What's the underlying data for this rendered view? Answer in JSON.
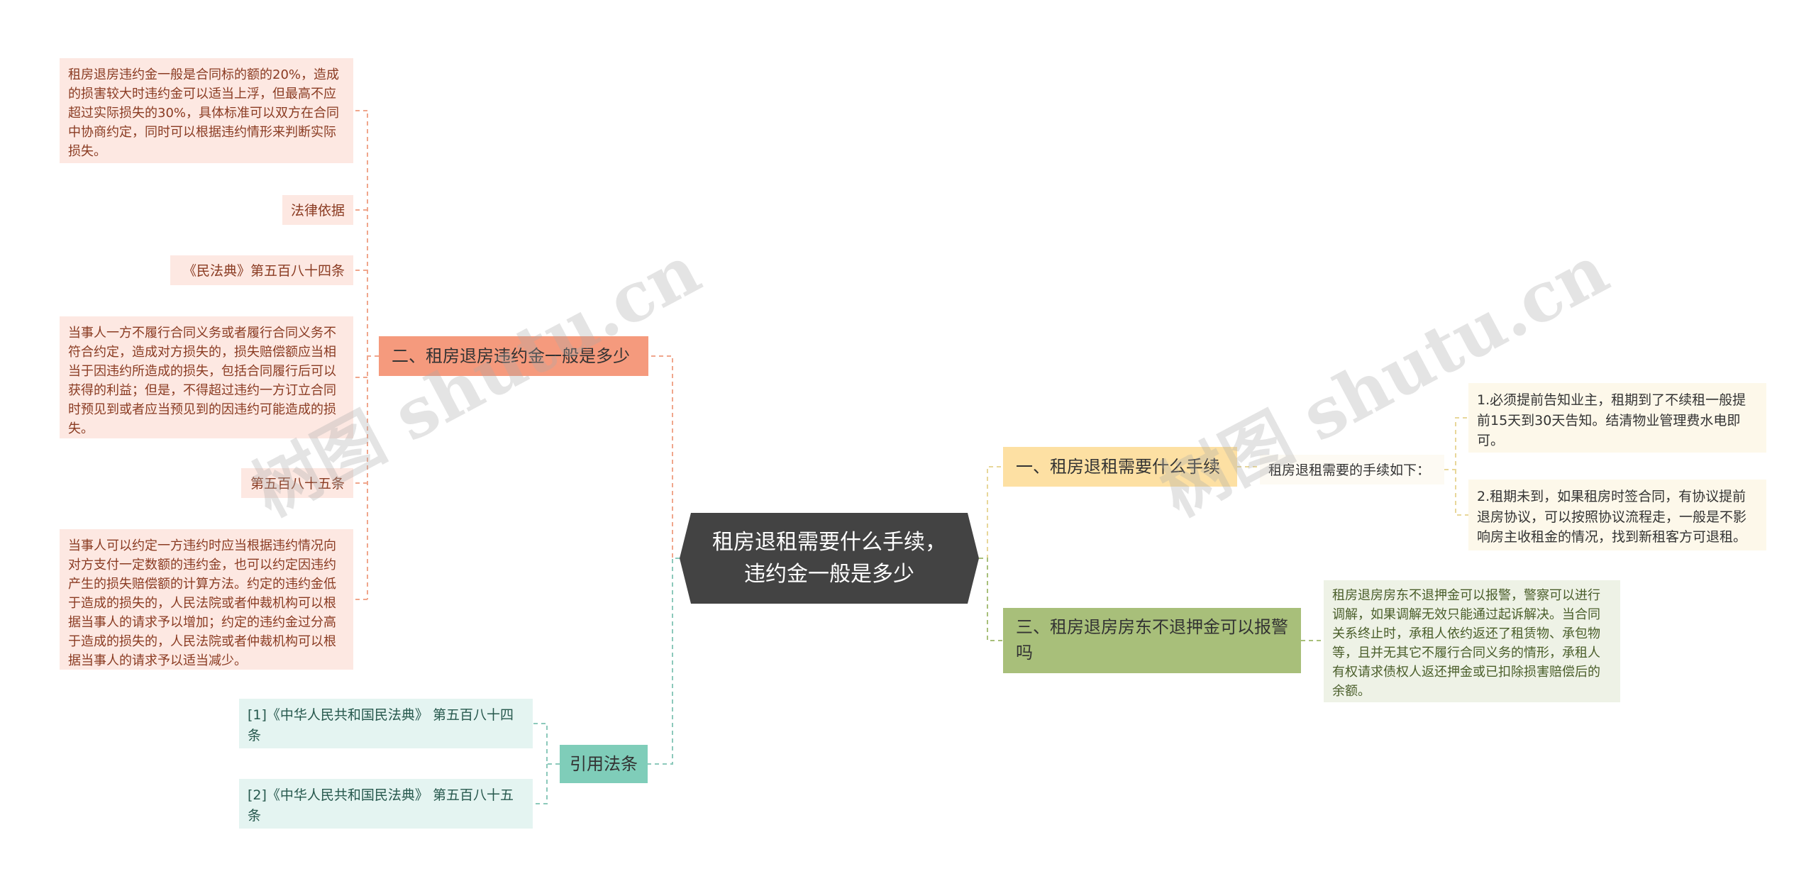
{
  "root": {
    "text": "租房退租需要什么手续，\n违约金一般是多少"
  },
  "branches": {
    "section1": {
      "label": "一、租房退租需要什么手续"
    },
    "section2": {
      "label": "二、租房退房违约金一般是多少"
    },
    "section3": {
      "label": "三、租房退房房东不退押金可以报警吗"
    },
    "citations": {
      "label": "引用法条"
    }
  },
  "section1": {
    "intro": "租房退租需要的手续如下：",
    "steps": [
      "1.必须提前告知业主，租期到了不续租一般提前15天到30天告知。结清物业管理费水电即可。",
      "2.租期未到，如果租房时签合同，有协议提前退房协议，可以按照协议流程走，一般是不影响房主收租金的情况，找到新租客方可退租。"
    ]
  },
  "section2": {
    "items": [
      "租房退房违约金一般是合同标的额的20%，造成的损害较大时违约金可以适当上浮，但最高不应超过实际损失的30%，具体标准可以双方在合同中协商约定，同时可以根据违约情形来判断实际损失。",
      "法律依据",
      "《民法典》第五百八十四条",
      "当事人一方不履行合同义务或者履行合同义务不符合约定，造成对方损失的，损失赔偿额应当相当于因违约所造成的损失，包括合同履行后可以获得的利益；但是，不得超过违约一方订立合同时预见到或者应当预见到的因违约可能造成的损失。",
      "第五百八十五条",
      "当事人可以约定一方违约时应当根据违约情况向对方支付一定数额的违约金，也可以约定因违约产生的损失赔偿额的计算方法。约定的违约金低于造成的损失的，人民法院或者仲裁机构可以根据当事人的请求予以增加；约定的违约金过分高于造成的损失的，人民法院或者仲裁机构可以根据当事人的请求予以适当减少。"
    ]
  },
  "section3": {
    "detail": "租房退房房东不退押金可以报警，警察可以进行调解，如果调解无效只能通过起诉解决。当合同关系终止时，承租人依约返还了租赁物、承包物等，且并无其它不履行合同义务的情形，承租人有权请求债权人返还押金或已扣除损害赔偿后的余额。"
  },
  "citations": {
    "items": [
      "[1]《中华人民共和国民法典》 第五百八十四条",
      "[2]《中华人民共和国民法典》 第五百八十五条"
    ]
  },
  "watermark": "树图 shutu.cn",
  "colors": {
    "root": "#434343",
    "section1": "#fde0a3",
    "section2": "#f59a7d",
    "section3": "#a8bf7a",
    "citations": "#7fcdb9"
  }
}
